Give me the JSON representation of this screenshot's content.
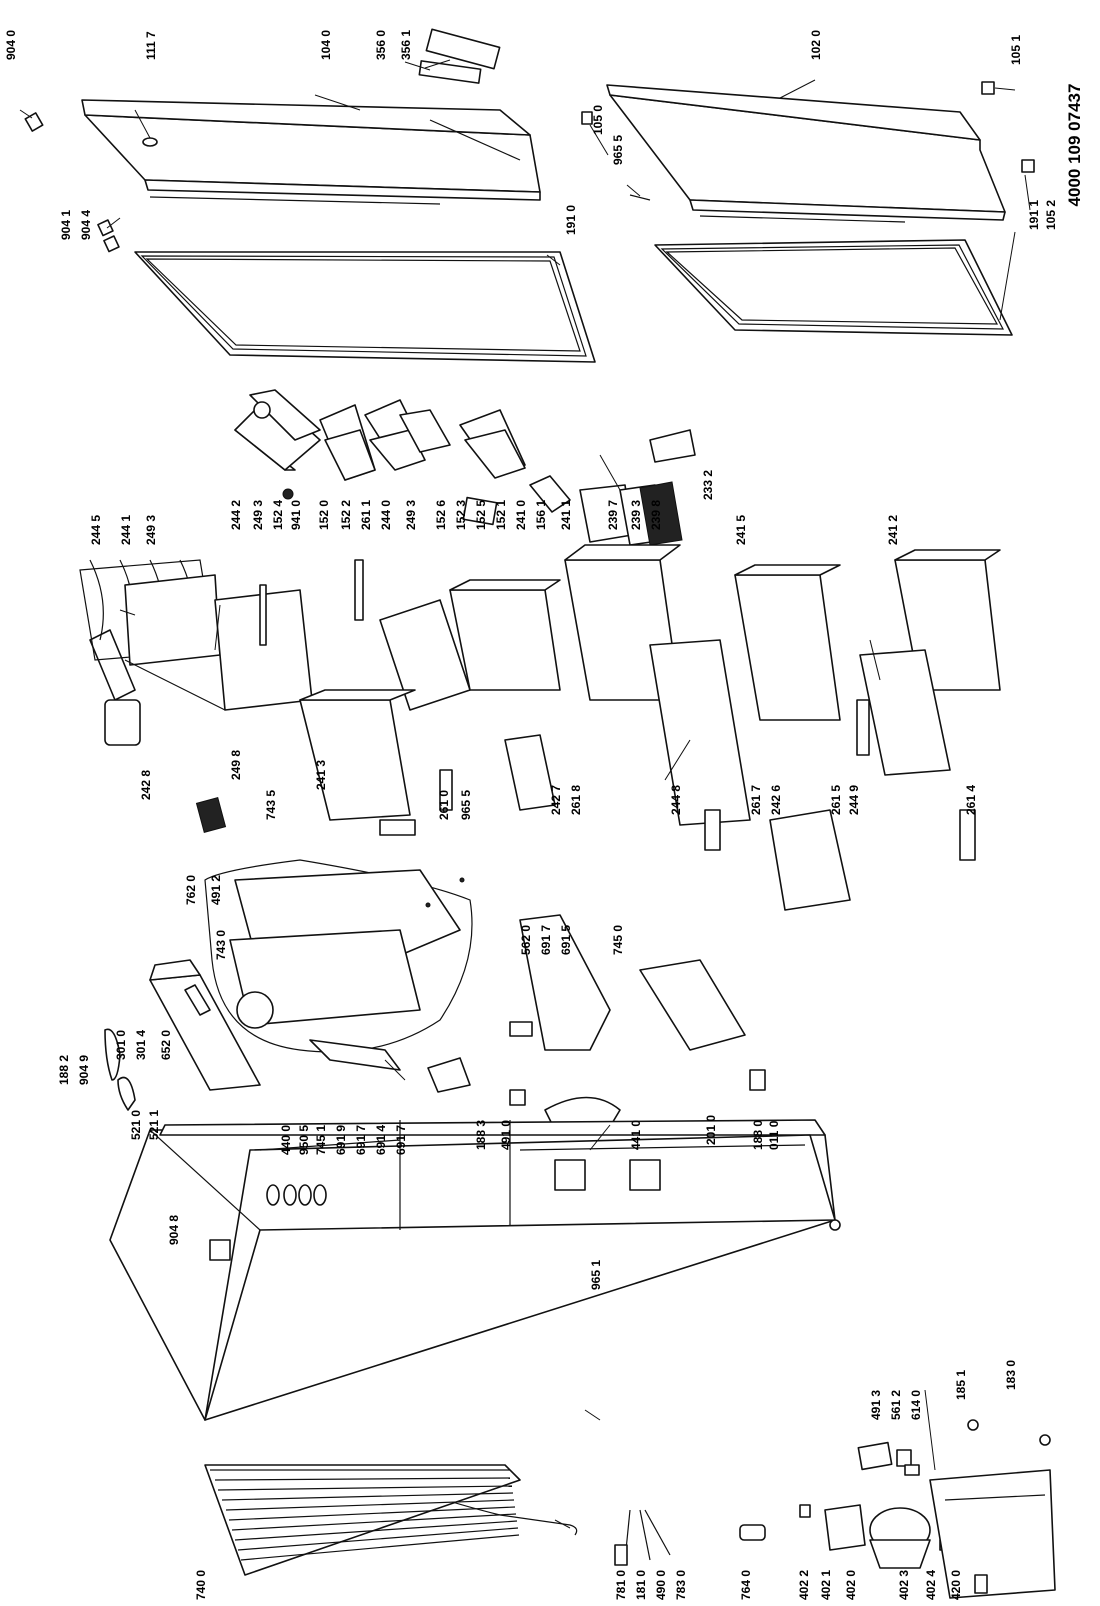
{
  "document_code": "4000 109 07437",
  "labels": [
    "904 0",
    "111 7",
    "104 0",
    "356 0",
    "356 1",
    "102 0",
    "105 1",
    "105 0",
    "965 5",
    "191 1",
    "105 2",
    "904 1",
    "904 4",
    "191 0",
    "244 5",
    "244 1",
    "249 3",
    "244 2",
    "249 3",
    "152 4",
    "941 0",
    "152 0",
    "152 2",
    "261 1",
    "244 0",
    "249 3",
    "152 6",
    "152 3",
    "152 5",
    "152 1",
    "241 0",
    "156 1",
    "241 1",
    "239 7",
    "239 3",
    "239 8",
    "233 2",
    "241 5",
    "241 2",
    "242 8",
    "249 8",
    "241 3",
    "743 5",
    "261 0",
    "965 5",
    "242 7",
    "261 8",
    "244 8",
    "261 7",
    "242 6",
    "261 5",
    "244 9",
    "261 4",
    "762 0",
    "491 2",
    "743 0",
    "562 0",
    "691 7",
    "691 5",
    "745 0",
    "301 0",
    "301 4",
    "652 0",
    "188 2",
    "904 9",
    "521 0",
    "521 1",
    "440 0",
    "950 5",
    "745 1",
    "691 9",
    "691 7",
    "691 4",
    "691 7",
    "188 3",
    "491 0",
    "441 0",
    "201 0",
    "188 0",
    "011 0",
    "904 8",
    "965 1",
    "491 3",
    "561 2",
    "614 0",
    "185 1",
    "183 0",
    "740 0",
    "781 0",
    "181 0",
    "490 0",
    "783 0",
    "764 0",
    "402 2",
    "402 1",
    "402 0",
    "402 3",
    "402 4",
    "420 0"
  ]
}
